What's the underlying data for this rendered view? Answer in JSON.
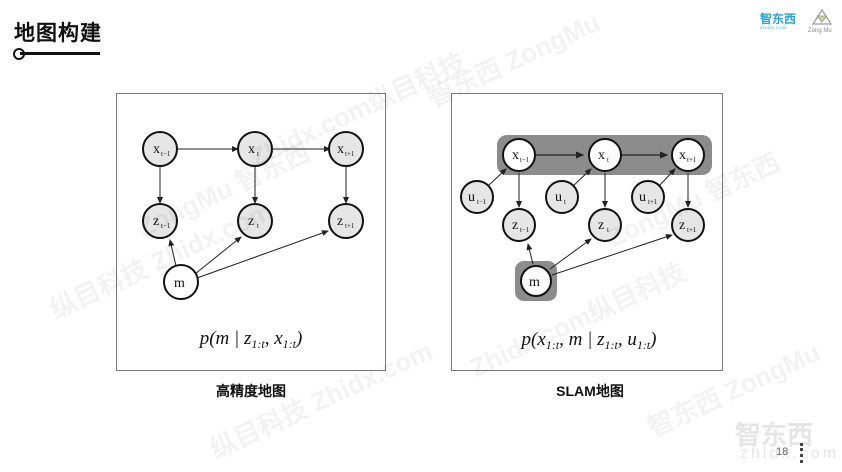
{
  "header": {
    "title": "地图构建",
    "logo_primary": "智东西",
    "logo_primary_sub": "ZHIDX.COM",
    "logo_secondary": "Zong Mu"
  },
  "panels": [
    {
      "id": "hd-map",
      "caption": "高精度地图",
      "formula": "p(m | z1:t, x1:t)",
      "nodes": [
        {
          "id": "x_t-1",
          "label": "x",
          "sub": "t−1"
        },
        {
          "id": "x_t",
          "label": "x",
          "sub": "t"
        },
        {
          "id": "x_t+1",
          "label": "x",
          "sub": "t+1"
        },
        {
          "id": "z_t-1",
          "label": "z",
          "sub": "t−1"
        },
        {
          "id": "z_t",
          "label": "z",
          "sub": "t"
        },
        {
          "id": "z_t+1",
          "label": "z",
          "sub": "t+1"
        },
        {
          "id": "m",
          "label": "m",
          "sub": ""
        }
      ]
    },
    {
      "id": "slam-map",
      "caption": "SLAM地图",
      "formula": "p(x1:t, m | z1:t, u1:t)",
      "nodes": [
        {
          "id": "x_t-1",
          "label": "x",
          "sub": "t−1"
        },
        {
          "id": "x_t",
          "label": "x",
          "sub": "t"
        },
        {
          "id": "x_t+1",
          "label": "x",
          "sub": "t+1"
        },
        {
          "id": "u_t-1",
          "label": "u",
          "sub": "t−1"
        },
        {
          "id": "u_t",
          "label": "u",
          "sub": "t"
        },
        {
          "id": "u_t+1",
          "label": "u",
          "sub": "t+1"
        },
        {
          "id": "z_t-1",
          "label": "z",
          "sub": "t−1"
        },
        {
          "id": "z_t",
          "label": "z",
          "sub": "t"
        },
        {
          "id": "z_t+1",
          "label": "z",
          "sub": "t+1"
        },
        {
          "id": "m",
          "label": "m",
          "sub": ""
        }
      ]
    }
  ],
  "watermarks": [
    "ZongMu 智东西",
    "Zhidx.com纵目科技",
    "智东西 ZongMu",
    "纵目科技 Zhidx.com"
  ],
  "footer": {
    "page_number": "18",
    "corner_logo": "智东西",
    "corner_logo_sub": "zhidx.com"
  },
  "colors": {
    "node_fill": "#e6e6e6",
    "node_stroke": "#111111",
    "highlight_box": "#8c8c8c",
    "accent": "#2aa3d8"
  }
}
